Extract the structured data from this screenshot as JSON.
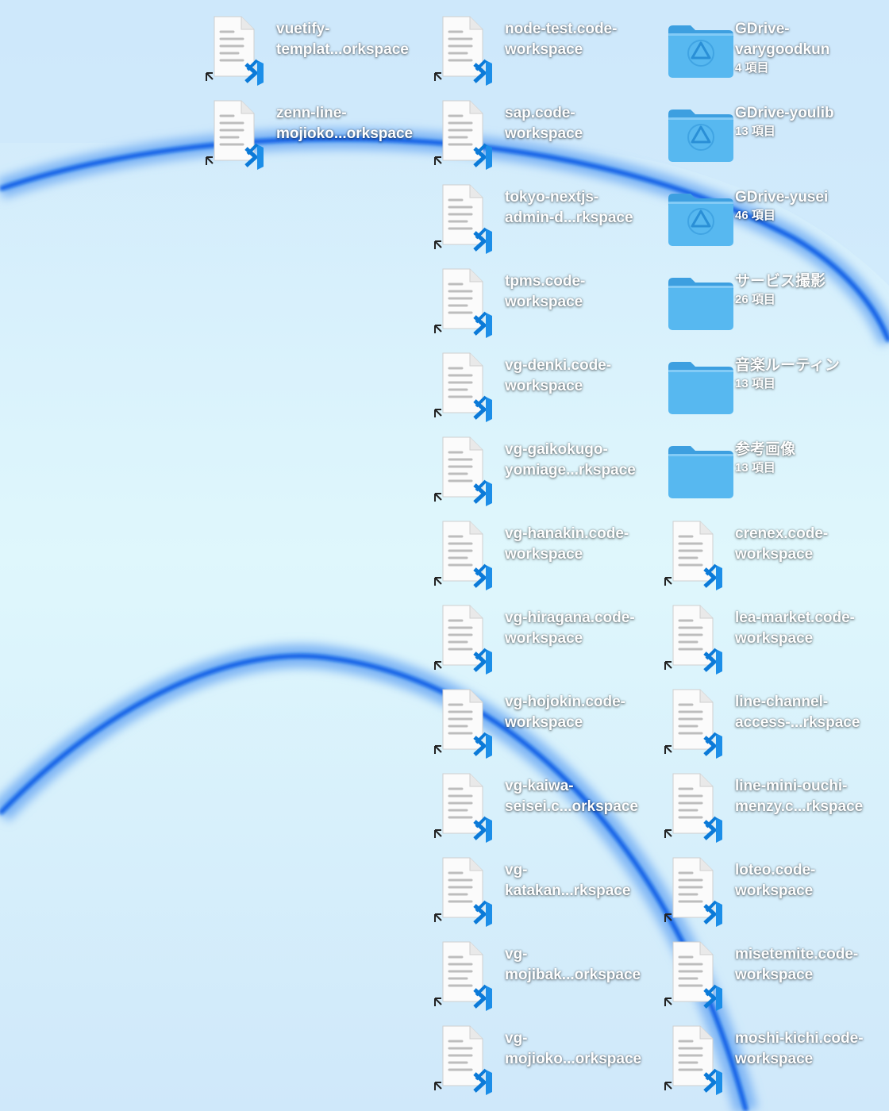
{
  "colors": {
    "wallpaper_light": "#dff6fc",
    "wallpaper_mid": "#cfe9fa",
    "wave_blue": "#0a5fe6",
    "folder_blue": "#57b8f0",
    "folder_tab": "#3d9fe0",
    "vscode_blue": "#0b7ad8"
  },
  "desktop": {
    "items": [
      {
        "kind": "workspace",
        "name": [
          "vuetify-",
          "templat...orkspace"
        ]
      },
      {
        "kind": "workspace",
        "name": [
          "zenn-line-",
          "mojioko...orkspace"
        ]
      },
      {
        "kind": "workspace",
        "name": [
          "node-test.code-",
          "workspace"
        ]
      },
      {
        "kind": "workspace",
        "name": [
          "sap.code-",
          "workspace"
        ]
      },
      {
        "kind": "workspace",
        "name": [
          "tokyo-nextjs-",
          "admin-d...rkspace"
        ]
      },
      {
        "kind": "workspace",
        "name": [
          "tpms.code-",
          "workspace"
        ]
      },
      {
        "kind": "workspace",
        "name": [
          "vg-denki.code-",
          "workspace"
        ]
      },
      {
        "kind": "workspace",
        "name": [
          "vg-gaikokugo-",
          "yomiage...rkspace"
        ]
      },
      {
        "kind": "workspace",
        "name": [
          "vg-hanakin.code-",
          "workspace"
        ]
      },
      {
        "kind": "workspace",
        "name": [
          "vg-hiragana.code-",
          "workspace"
        ]
      },
      {
        "kind": "workspace",
        "name": [
          "vg-hojokin.code-",
          "workspace"
        ]
      },
      {
        "kind": "workspace",
        "name": [
          "vg-kaiwa-",
          "seisei.c...orkspace"
        ]
      },
      {
        "kind": "workspace",
        "name": [
          "vg-",
          "katakan...rkspace"
        ]
      },
      {
        "kind": "workspace",
        "name": [
          "vg-",
          "mojibak...orkspace"
        ]
      },
      {
        "kind": "workspace",
        "name": [
          "vg-",
          "mojioko...orkspace"
        ]
      },
      {
        "kind": "gdrive-folder",
        "name": [
          "GDrive-",
          "varygoodkun"
        ],
        "count": "4 項目"
      },
      {
        "kind": "gdrive-folder",
        "name": [
          "GDrive-youlib"
        ],
        "count": "13 項目"
      },
      {
        "kind": "gdrive-folder",
        "name": [
          "GDrive-yusei"
        ],
        "count": "46 項目"
      },
      {
        "kind": "folder",
        "name": [
          "サービス撮影"
        ],
        "count": "26 項目"
      },
      {
        "kind": "folder",
        "name": [
          "音楽ルーティン"
        ],
        "count": "13 項目"
      },
      {
        "kind": "folder",
        "name": [
          "参考画像"
        ],
        "count": "13 項目"
      },
      {
        "kind": "workspace",
        "name": [
          "crenex.code-",
          "workspace"
        ]
      },
      {
        "kind": "workspace",
        "name": [
          "lea-market.code-",
          "workspace"
        ]
      },
      {
        "kind": "workspace",
        "name": [
          "line-channel-",
          "access-...rkspace"
        ]
      },
      {
        "kind": "workspace",
        "name": [
          "line-mini-ouchi-",
          "menzy.c...rkspace"
        ]
      },
      {
        "kind": "workspace",
        "name": [
          "loteo.code-",
          "workspace"
        ]
      },
      {
        "kind": "workspace",
        "name": [
          "misetemite.code-",
          "workspace"
        ]
      },
      {
        "kind": "workspace",
        "name": [
          "moshi-kichi.code-",
          "workspace"
        ]
      }
    ]
  }
}
